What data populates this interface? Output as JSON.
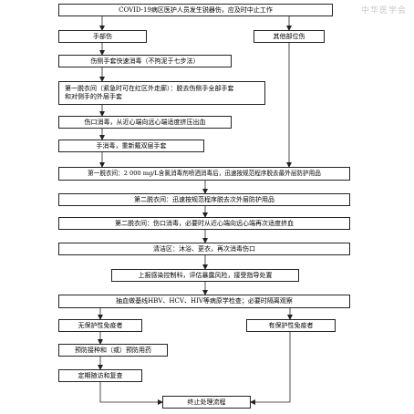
{
  "watermark": "中华医学会",
  "nodes": {
    "start": "COVID-19病区医护人员发生锐器伤，应及时中止工作",
    "hand_injury": "手部伤",
    "other_injury": "其他部位伤",
    "disinfect_glove": "伤侧手套快速消毒（不拘泥于七步法）",
    "first_undress_line1": "第一脱衣间（紧急时可在红区外走廊）：脱去伤侧手全部手套",
    "first_undress_line2": "和对侧手的外层手套",
    "wound_disinfect": "伤口消毒，从近心端向远心端适度挤压出血",
    "hand_disinfect": "手消毒，重新戴双层手套",
    "first_room": "第一脱衣间：2 000 mg/L含氯消毒剂喷洒消毒后，迅速按规范程序脱去最外层防护用品",
    "second_room_remove": "第二脱衣间：迅速按规范程序脱去次外层防护用品",
    "second_room_wound": "第二脱衣间：伤口消毒，必要时从近心端向远心端再次适度挤血",
    "clean_zone": "清洁区：沐浴、更衣，再次消毒伤口",
    "report": "上报感染控制科，评估暴露风险，接受指导处置",
    "blood_test": "抽血做基线HBV、HCV、HIV等病原学检查；必要时隔离观察",
    "no_immune": "无保护性免疫者",
    "has_immune": "有保护性免疫者",
    "vaccinate": "预防接种和（或）预防用药",
    "followup": "定期随访和复查",
    "end": "终止处理流程"
  }
}
